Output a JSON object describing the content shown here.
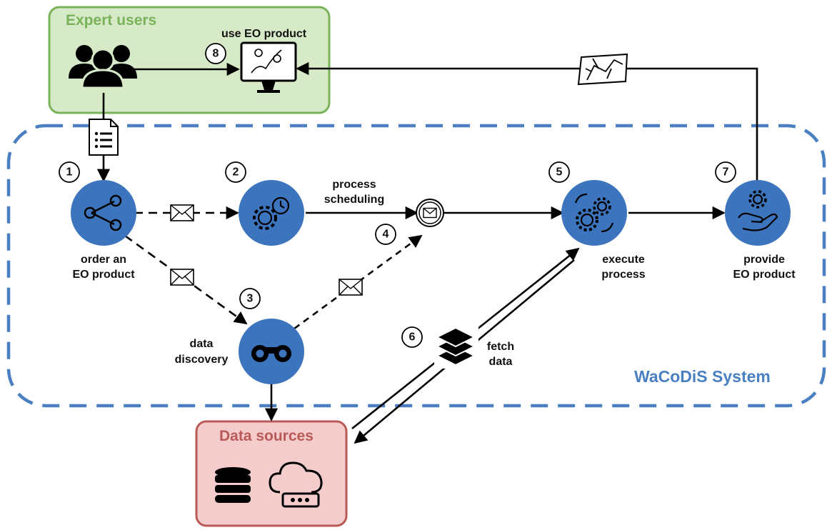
{
  "groups": {
    "expert_users": "Expert users",
    "data_sources": "Data sources",
    "system": "WaCoDiS System"
  },
  "steps": [
    {
      "number": "1",
      "label_lines": [
        "order an",
        "EO product"
      ],
      "icon": "share-nodes-icon"
    },
    {
      "number": "2",
      "label_lines": [
        "process",
        "scheduling"
      ],
      "icon": "gear-clock-icon"
    },
    {
      "number": "3",
      "label_lines": [
        "data",
        "discovery"
      ],
      "icon": "binoculars-icon"
    },
    {
      "number": "4",
      "label_lines": [],
      "icon": "message-event-icon"
    },
    {
      "number": "5",
      "label_lines": [
        "execute",
        "process"
      ],
      "icon": "gears-cycle-icon"
    },
    {
      "number": "6",
      "label_lines": [
        "fetch",
        "data"
      ],
      "icon": "layers-icon"
    },
    {
      "number": "7",
      "label_lines": [
        "provide",
        "EO product"
      ],
      "icon": "hand-gear-icon"
    },
    {
      "number": "8",
      "label_lines": [
        "use EO product"
      ],
      "icon": "monitor-map-icon"
    }
  ],
  "icons": [
    "users-icon",
    "document-list-icon",
    "envelope-icon",
    "map-icon",
    "database-icon",
    "cloud-server-icon"
  ],
  "colors": {
    "node_blue": "#3c74bd",
    "system_border": "#4a7fc1",
    "expert_fill": "#d6eac8",
    "expert_border": "#7ab25a",
    "sources_fill": "#f3cccb",
    "sources_border": "#b95a58"
  }
}
